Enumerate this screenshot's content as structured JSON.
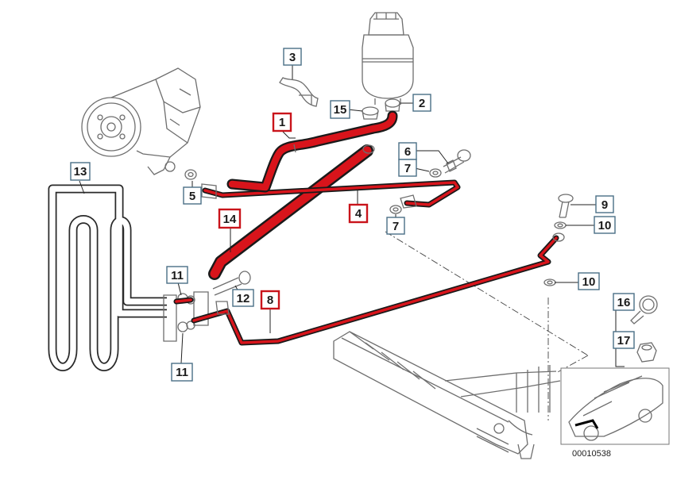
{
  "figure_number": "00010538",
  "highlight_color": "#d8141b",
  "callouts": [
    {
      "id": "c13",
      "label": "13",
      "highlighted": false
    },
    {
      "id": "c3",
      "label": "3",
      "highlighted": false
    },
    {
      "id": "c1",
      "label": "1",
      "highlighted": true
    },
    {
      "id": "c15",
      "label": "15",
      "highlighted": false
    },
    {
      "id": "c2",
      "label": "2",
      "highlighted": false
    },
    {
      "id": "c6",
      "label": "6",
      "highlighted": false
    },
    {
      "id": "c7a",
      "label": "7",
      "highlighted": false
    },
    {
      "id": "c5",
      "label": "5",
      "highlighted": false
    },
    {
      "id": "c4",
      "label": "4",
      "highlighted": true
    },
    {
      "id": "c7b",
      "label": "7",
      "highlighted": false
    },
    {
      "id": "c14",
      "label": "14",
      "highlighted": true
    },
    {
      "id": "c9",
      "label": "9",
      "highlighted": false
    },
    {
      "id": "c10a",
      "label": "10",
      "highlighted": false
    },
    {
      "id": "c11a",
      "label": "11",
      "highlighted": false
    },
    {
      "id": "c12",
      "label": "12",
      "highlighted": false
    },
    {
      "id": "c8",
      "label": "8",
      "highlighted": true
    },
    {
      "id": "c10b",
      "label": "10",
      "highlighted": false
    },
    {
      "id": "c16",
      "label": "16",
      "highlighted": false
    },
    {
      "id": "c17",
      "label": "17",
      "highlighted": false
    },
    {
      "id": "c11b",
      "label": "11",
      "highlighted": false
    }
  ]
}
